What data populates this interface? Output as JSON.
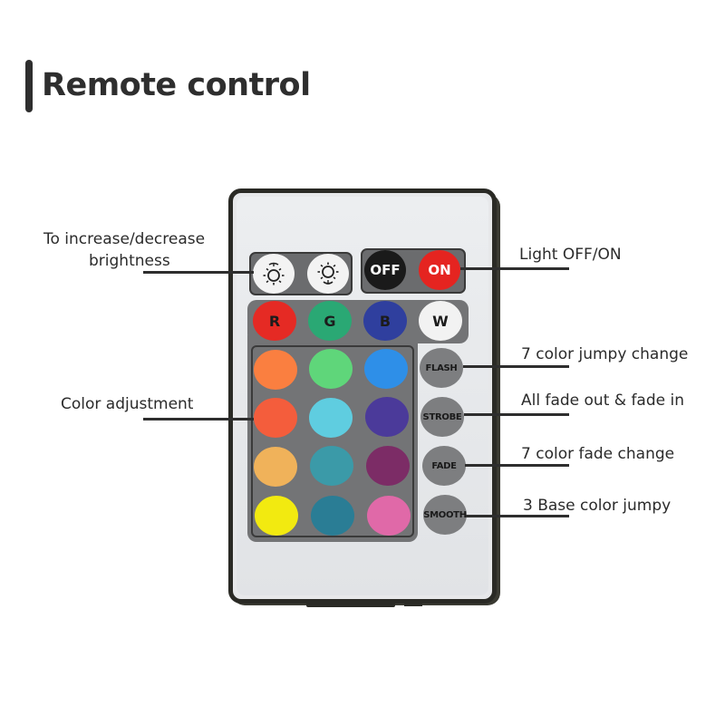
{
  "header": {
    "title": "Remote control"
  },
  "callouts": {
    "brightness": "To increase/decrease\nbrightness",
    "brightness_line1": "To increase/decrease",
    "brightness_line2": "brightness",
    "power": "Light OFF/ON",
    "color_adjustment": "Color adjustment",
    "flash": "7 color jumpy change",
    "strobe": "All fade out & fade in",
    "fade": "7 color fade change",
    "smooth": "3 Base color jumpy"
  },
  "remote": {
    "brightness_buttons": [
      {
        "name": "brightness-up",
        "icon": "sun-up-icon"
      },
      {
        "name": "brightness-down",
        "icon": "sun-down-icon"
      }
    ],
    "power_buttons": [
      {
        "label": "OFF",
        "color": "#1a1a1a"
      },
      {
        "label": "ON",
        "color": "#e52420"
      }
    ],
    "rgbw_buttons": [
      {
        "label": "R",
        "color": "#e52a24"
      },
      {
        "label": "G",
        "color": "#2aa874"
      },
      {
        "label": "B",
        "color": "#2f3f9e"
      },
      {
        "label": "W",
        "color": "#f2f2f2"
      }
    ],
    "color_grid": [
      [
        "#fa7f40",
        "#5fd67a",
        "#2e8fe8"
      ],
      [
        "#f45d3c",
        "#5fcde0",
        "#4b3a9a"
      ],
      [
        "#f0b25a",
        "#3b9aa8",
        "#7c2c66"
      ],
      [
        "#f2ea10",
        "#2a7d95",
        "#e069a8"
      ]
    ],
    "mode_buttons": [
      {
        "label": "FLASH"
      },
      {
        "label": "STROBE"
      },
      {
        "label": "FADE"
      },
      {
        "label": "SMOOTH"
      }
    ]
  }
}
